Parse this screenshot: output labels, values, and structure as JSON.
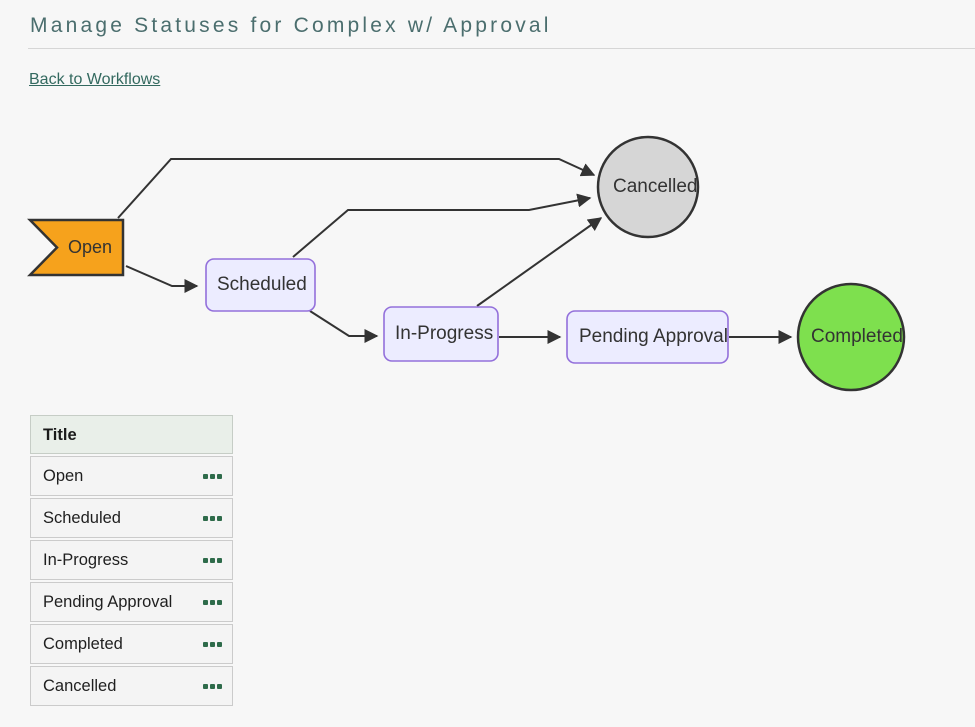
{
  "page": {
    "title": "Manage Statuses for Complex w/ Approval",
    "back_link": "Back to Workflows"
  },
  "colors": {
    "page_background": "#f7f7f7",
    "title_text": "#4b6e6e",
    "link_text": "#33695f",
    "edge_stroke": "#333333",
    "task_node_fill": "#ececff",
    "task_node_border": "#9370db",
    "open_node_fill": "#f6a21c",
    "cancelled_node_fill": "#d6d6d6",
    "completed_node_fill": "#7ee04e",
    "table_header_bg": "#e9efe9",
    "row_menu_dots": "#2e6b4a"
  },
  "diagram": {
    "nodes": [
      {
        "id": "open",
        "label": "Open",
        "shape": "flag"
      },
      {
        "id": "scheduled",
        "label": "Scheduled",
        "shape": "rect"
      },
      {
        "id": "in-progress",
        "label": "In-Progress",
        "shape": "rect"
      },
      {
        "id": "pending-approval",
        "label": "Pending Approval",
        "shape": "rect"
      },
      {
        "id": "cancelled",
        "label": "Cancelled",
        "shape": "circle"
      },
      {
        "id": "completed",
        "label": "Completed",
        "shape": "circle"
      }
    ],
    "edges": [
      {
        "from": "open",
        "to": "cancelled"
      },
      {
        "from": "open",
        "to": "scheduled"
      },
      {
        "from": "scheduled",
        "to": "cancelled"
      },
      {
        "from": "scheduled",
        "to": "in-progress"
      },
      {
        "from": "in-progress",
        "to": "cancelled"
      },
      {
        "from": "in-progress",
        "to": "pending-approval"
      },
      {
        "from": "pending-approval",
        "to": "completed"
      }
    ]
  },
  "table": {
    "header": "Title",
    "rows": [
      {
        "title": "Open"
      },
      {
        "title": "Scheduled"
      },
      {
        "title": "In-Progress"
      },
      {
        "title": "Pending Approval"
      },
      {
        "title": "Completed"
      },
      {
        "title": "Cancelled"
      }
    ],
    "row_menu_icon": "meatballs-menu"
  }
}
